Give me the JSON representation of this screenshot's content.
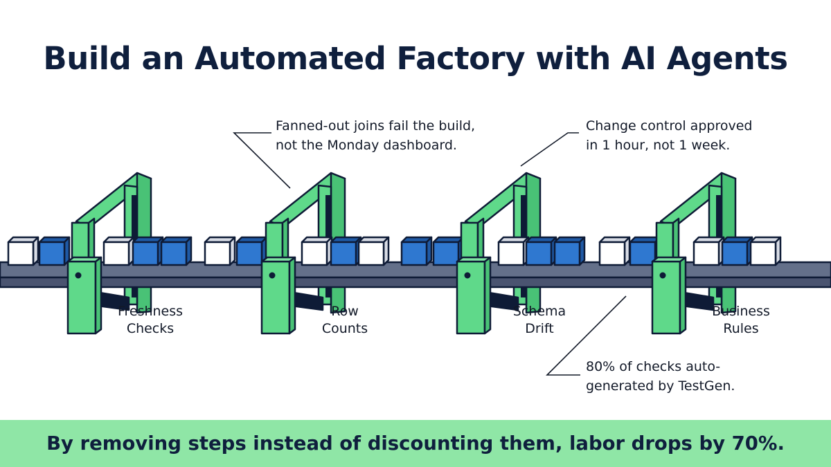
{
  "title": "Build an Automated Factory with AI Agents",
  "callouts": {
    "left": [
      "Fanned-out joins fail the build,",
      "not the Monday dashboard."
    ],
    "right": [
      "Change control approved",
      "in 1 hour, not 1 week."
    ],
    "bottom": [
      "80% of checks auto-",
      "generated by TestGen."
    ]
  },
  "stages": [
    {
      "line1": "Freshness",
      "line2": "Checks"
    },
    {
      "line1": "Row",
      "line2": "Counts"
    },
    {
      "line1": "Schema",
      "line2": "Drift"
    },
    {
      "line1": "Business",
      "line2": "Rules"
    }
  ],
  "banner": "By removing steps instead of discounting them, labor drops by 70%.",
  "boxes": [
    "white",
    "blue",
    "white",
    "blue",
    "blue",
    "white",
    "blue",
    "white",
    "blue",
    "white",
    "blue",
    "blue",
    "white",
    "blue",
    "blue",
    "white",
    "blue",
    "white",
    "blue",
    "white"
  ],
  "colors": {
    "gate_green": "#5fd98a",
    "gate_dark": "#0e1b36",
    "box_blue": "#2f78d0",
    "box_white": "#ffffff",
    "conveyor": "#64708a",
    "banner_bg": "#8fe6a6",
    "title": "#0f1f3d"
  }
}
